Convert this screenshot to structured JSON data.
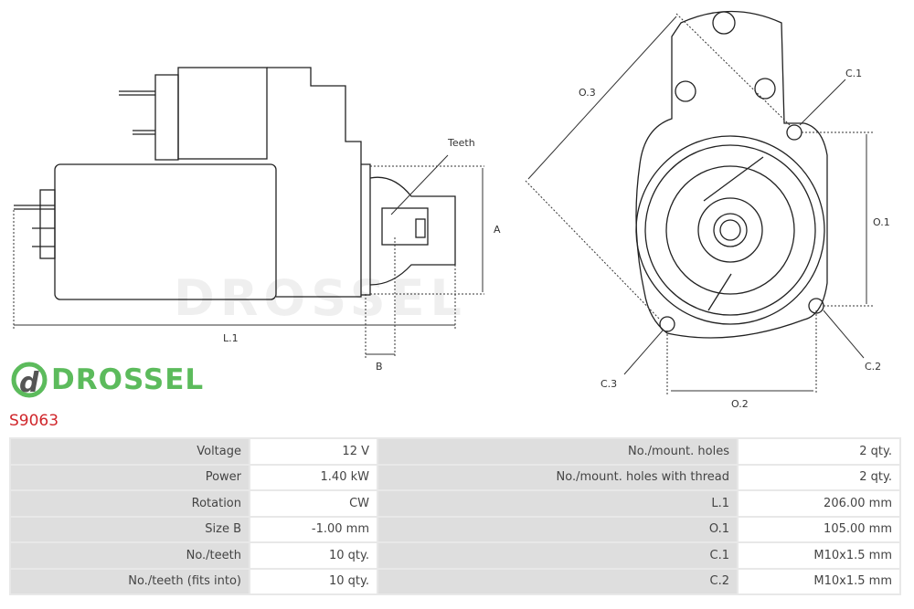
{
  "drawing": {
    "labels": {
      "teeth": "Teeth",
      "a": "A",
      "l1": "L.1",
      "b": "B",
      "o3": "O.3",
      "c1": "C.1",
      "o1": "O.1",
      "c2": "C.2",
      "o2": "O.2",
      "c3": "C.3"
    },
    "watermark": "DROSSEL"
  },
  "product": {
    "code": "S9063"
  },
  "specs": {
    "rows": [
      {
        "label": "Voltage",
        "value": "12 V",
        "label2": "No./mount. holes",
        "value2": "2 qty."
      },
      {
        "label": "Power",
        "value": "1.40 kW",
        "label2": "No./mount. holes with thread",
        "value2": "2 qty."
      },
      {
        "label": "Rotation",
        "value": "CW",
        "label2": "L.1",
        "value2": "206.00 mm"
      },
      {
        "label": "Size B",
        "value": "-1.00 mm",
        "label2": "O.1",
        "value2": "105.00 mm"
      },
      {
        "label": "No./teeth",
        "value": "10 qty.",
        "label2": "C.1",
        "value2": "M10x1.5 mm"
      },
      {
        "label": "No./teeth (fits into)",
        "value": "10 qty.",
        "label2": "C.2",
        "value2": "M10x1.5 mm"
      }
    ]
  },
  "logo": {
    "text": "DROSSEL",
    "color": "#5cbb5c"
  }
}
